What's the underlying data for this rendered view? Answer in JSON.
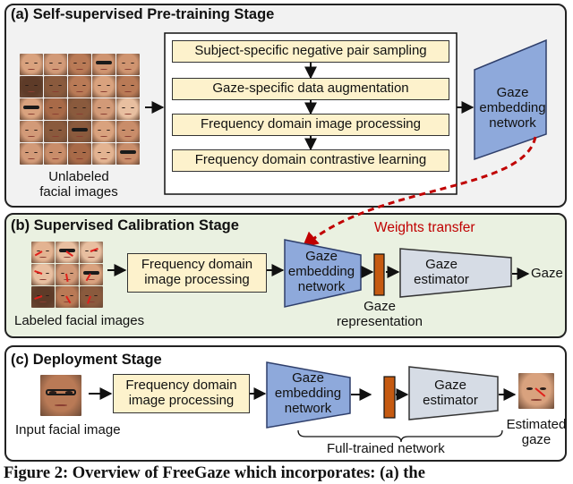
{
  "stage_a": {
    "title": "(a) Self-supervised Pre-training Stage",
    "steps": [
      "Subject-specific negative pair sampling",
      "Gaze-specific data augmentation",
      "Frequency domain image processing",
      "Frequency domain contrastive learning"
    ],
    "input_label": "Unlabeled\nfacial images",
    "network_label": "Gaze\nembedding\nnetwork"
  },
  "transfer_label": "Weights transfer",
  "stage_b": {
    "title": "(b) Supervised Calibration Stage",
    "input_label": "Labeled facial images",
    "processing_label": "Frequency domain\nimage processing",
    "network_label": "Gaze\nembedding\nnetwork",
    "representation_label": "Gaze\nrepresentation",
    "estimator_label": "Gaze\nestimator",
    "output_label": "Gaze"
  },
  "stage_c": {
    "title": "(c) Deployment Stage",
    "input_label": "Input facial image",
    "processing_label": "Frequency domain\nimage processing",
    "network_label": "Gaze\nembedding\nnetwork",
    "estimator_label": "Gaze\nestimator",
    "brace_label": "Full-trained network",
    "output_label": "Estimated\ngaze"
  },
  "caption": "Figure 2: Overview of FreeGaze which incorporates: (a) the",
  "colors": {
    "stage_a_bg": "#f2f2f2",
    "stage_b_bg": "#eaf1e1",
    "stage_c_bg": "#ffffff",
    "step_box": "#fdf2cc",
    "network": "#8ea9db",
    "estimator": "#d6dce5",
    "representation": "#c55a11",
    "transfer_arrow": "#c00000"
  }
}
